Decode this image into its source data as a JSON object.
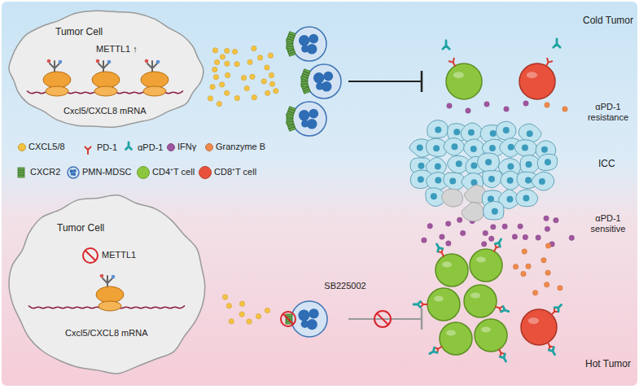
{
  "diagram": {
    "nodes": [
      {
        "text": [
          "Tumor Cell",
          "METTL1 ↑",
          "Cxcl5/CXCL8 mRNA"
        ]
      },
      {
        "text": [
          "ICC"
        ]
      },
      {
        "text": [
          "Tumor Cell",
          "METTL1",
          "Cxcl5/CXCL8 mRNA"
        ]
      }
    ],
    "labels": [
      "Cold Tumor",
      "αPD-1 resistance",
      "αPD-1 sensitive",
      "SB225002",
      "Hot Tumor"
    ],
    "legend": [
      {
        "text": "CXCL5/8",
        "color": "#f5c242"
      },
      {
        "text": "PD-1"
      },
      {
        "text": "αPD-1"
      },
      {
        "text": "IFNγ",
        "color": "#a0569e"
      },
      {
        "text": "Granzyme B",
        "color": "#f08a4b"
      },
      {
        "text": "CXCR2"
      },
      {
        "text": "PMN-MDSC"
      },
      {
        "text": "CD4⁺T cell",
        "color": "#8cc63f"
      },
      {
        "text": "CD8⁺T cell",
        "color": "#e8513c"
      }
    ]
  }
}
